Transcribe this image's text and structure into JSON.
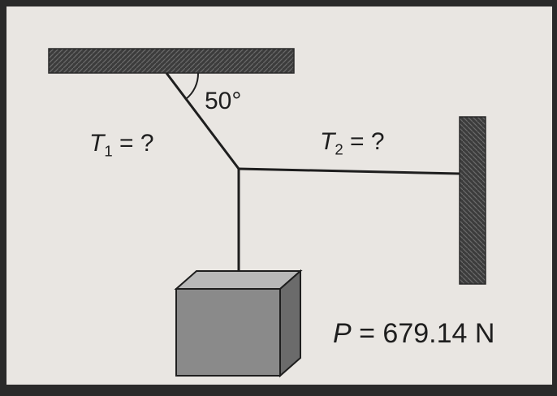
{
  "diagram": {
    "angle_label": "50°",
    "t1": {
      "symbol": "T",
      "subscript": "1",
      "rest": " = ?"
    },
    "t2": {
      "symbol": "T",
      "subscript": "2",
      "rest": " = ?"
    },
    "weight": {
      "symbol": "P",
      "rest": " = 679.14 N"
    }
  },
  "colors": {
    "paper": "#e9e6e2",
    "frame": "#2a2a2a",
    "ink": "#1e1e1e",
    "hatch": "#4a4a4a",
    "box_front": "#8a8a8a",
    "box_top": "#b8b8b8",
    "box_side": "#6b6b6b"
  }
}
